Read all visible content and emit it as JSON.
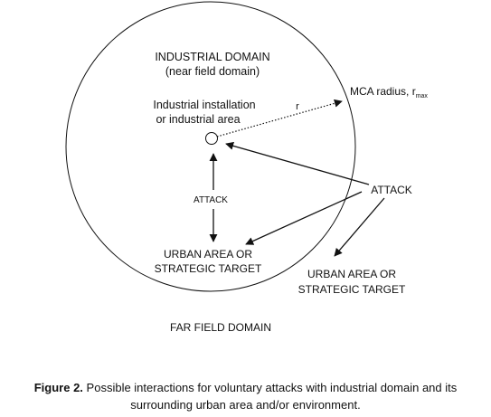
{
  "diagram": {
    "industrial_domain": {
      "title": "INDUSTRIAL DOMAIN",
      "subtitle": "(near field domain)"
    },
    "installation": {
      "line1": "Industrial installation",
      "line2": "or industrial area"
    },
    "radius": {
      "symbol": "r",
      "label_prefix": "MCA radius, r",
      "label_subscript": "max"
    },
    "attack_inner": "ATTACK",
    "attack_outer": "ATTACK",
    "urban_inner": {
      "line1": "URBAN AREA OR",
      "line2": "STRATEGIC TARGET"
    },
    "urban_outer": {
      "line1": "URBAN AREA OR",
      "line2": "STRATEGIC TARGET"
    },
    "far_field": "FAR FIELD DOMAIN",
    "colors": {
      "stroke": "#111111",
      "background": "#ffffff"
    }
  },
  "caption": {
    "figure_label": "Figure 2.",
    "line1": "Possible interactions for voluntary attacks with industrial domain and its",
    "line2": "surrounding urban area and/or environment."
  }
}
